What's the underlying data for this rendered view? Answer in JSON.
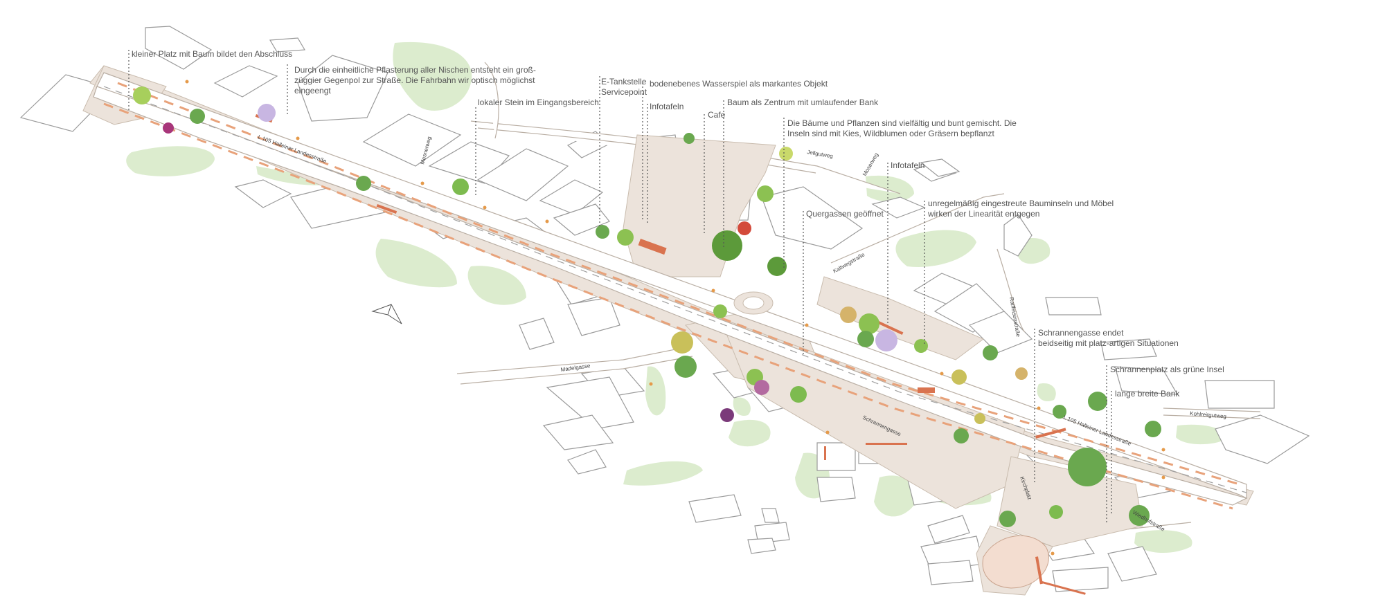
{
  "annotations": [
    "kleiner Platz mit Baum bildet den Abschluss",
    "Durch die einheitliche Pflasterung aller Nischen entsteht ein groß-",
    "züggier Gegenpol zur Straße. Die Fahrbahn wir optisch möglichst",
    "eingeengt",
    "lokaler Stein im Eingangsbereich",
    "E-Tankstelle",
    "Servicepoint",
    "bodenebenes Wasserspiel als markantes Objekt",
    "Infotafeln",
    "Cafe",
    "Baum als Zentrum mit umlaufender Bank",
    "Die Bäume und Pflanzen  sind vielfältig und bunt gemischt. Die",
    "Inseln sind mit Kies, Wildblumen oder Gräsern bepflanzt",
    "Infotafeln",
    "Quergassen geöffnet",
    "unregelmäßig eingestreute Bauminseln und Möbel",
    "wirken der Linearität entgegen",
    "Schrannengasse endet",
    "beidseitig mit platz-artigen Situationen",
    "Schrannenplatz als grüne Insel",
    "lange breite Bank"
  ],
  "streets": [
    "L 105 Halleiner Landesstraße",
    "Jellgutweg",
    "Mesnerweg",
    "Kaltwegstraße",
    "Moserweg",
    "Raiffeisenstraße",
    "Madelgasse",
    "Schrannengasse",
    "L 105 Halleiner Landesstraße",
    "Kohlreitgutweg",
    "Kirchplatz",
    "Wiedhofstraße"
  ],
  "colors": {
    "paving": "#ece3db",
    "greenery": "#d6e9c6",
    "accent_orange": "#e59a4a",
    "accent_red": "#d9734f",
    "building_outline": "#9a9a9a"
  }
}
